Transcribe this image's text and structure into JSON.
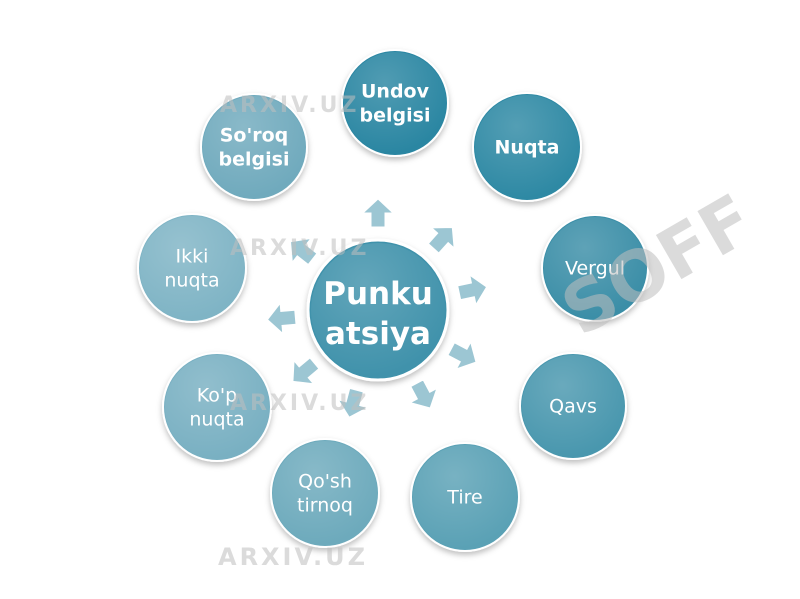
{
  "diagram": {
    "center": {
      "lines": [
        "Punku",
        "atsiya"
      ],
      "color": "#3f92ab"
    },
    "nodes": [
      {
        "id": "undov-belgisi",
        "lines": [
          "Undov",
          "belgisi"
        ],
        "color": "#2c86a2",
        "bold": true
      },
      {
        "id": "nuqta",
        "lines": [
          "Nuqta"
        ],
        "color": "#2f89a4",
        "bold": true
      },
      {
        "id": "vergul",
        "lines": [
          "Vergul"
        ],
        "color": "#3a8ea7",
        "bold": false
      },
      {
        "id": "qavs",
        "lines": [
          "Qavs"
        ],
        "color": "#4a97ae",
        "bold": false
      },
      {
        "id": "tire",
        "lines": [
          "Tire"
        ],
        "color": "#5aa1b5",
        "bold": false
      },
      {
        "id": "qoshtirnoq",
        "lines": [
          "Qo'sh",
          "tirnoq"
        ],
        "color": "#6daabc",
        "bold": false
      },
      {
        "id": "kop-nuqta",
        "lines": [
          "Ko'p",
          "nuqta"
        ],
        "color": "#79b0c2",
        "bold": false
      },
      {
        "id": "ikki-nuqta",
        "lines": [
          "Ikki",
          "nuqta"
        ],
        "color": "#7fb4c5",
        "bold": false
      },
      {
        "id": "soroq-belgisi",
        "lines": [
          "So'roq",
          "belgisi"
        ],
        "color": "#70aabd",
        "bold": true
      }
    ],
    "arrow_color": "#9cc6d3"
  },
  "watermarks": [
    "ARXIV.UZ",
    "ARXIV.UZ",
    "ARXIV.UZ",
    "ARXIV.UZ",
    "SOFF"
  ]
}
